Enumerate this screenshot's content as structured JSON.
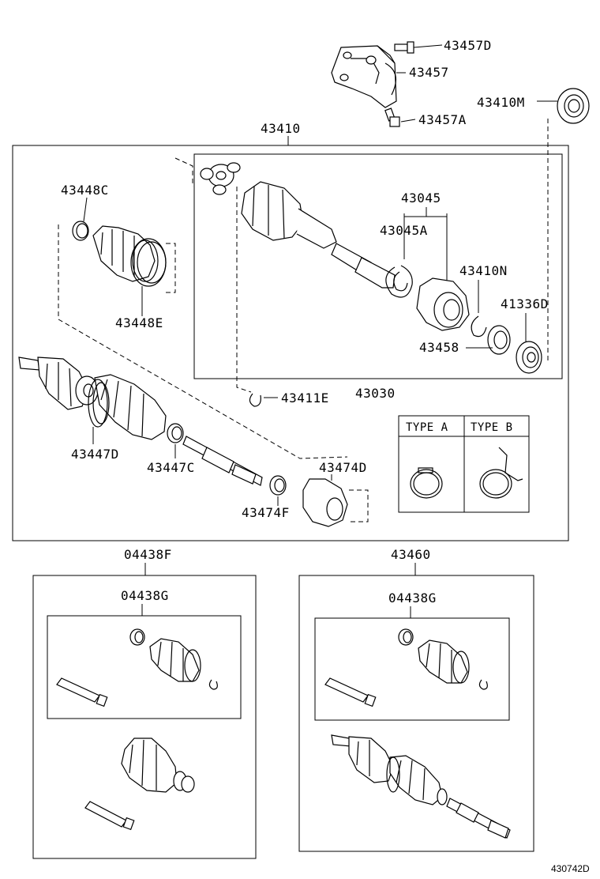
{
  "labels": {
    "l43457d": "43457D",
    "l43457": "43457",
    "l43457a": "43457A",
    "l43410m": "43410M",
    "l43410": "43410",
    "l43448c": "43448C",
    "l43448e": "43448E",
    "l43045": "43045",
    "l43045a": "43045A",
    "l43410n": "43410N",
    "l41336d": "41336D",
    "l43458": "43458",
    "l43411e": "43411E",
    "l43030": "43030",
    "l43447d": "43447D",
    "l43447c": "43447C",
    "l43474d": "43474D",
    "l43474f": "43474F",
    "type_a": "TYPE A",
    "type_b": "TYPE B",
    "l04438f": "04438F",
    "l04438g_left": "04438G",
    "l43460": "43460",
    "l04438g_right": "04438G",
    "diagram_code": "430742D"
  }
}
